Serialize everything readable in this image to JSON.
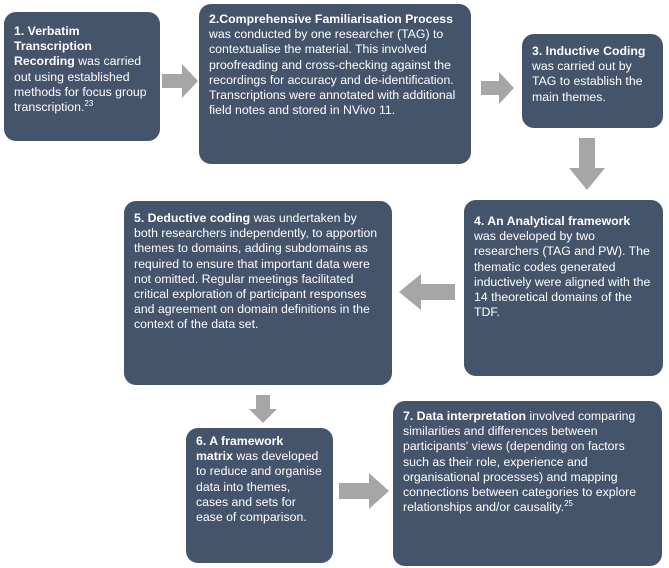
{
  "steps": [
    {
      "title": "1. Verbatim Transcription Recording",
      "text": " was carried out using established methods for focus group transcription.",
      "ref": "23"
    },
    {
      "title": "2.Comprehensive Familiarisation Process",
      "text": " was conducted by one researcher (TAG)  to contextualise the material. This involved proofreading and cross-checking against the recordings for accuracy and de-identification. Transcriptions were annotated with additional field notes and stored in NVivo 11.",
      "ref": ""
    },
    {
      "title": "3. Inductive Coding",
      "text": " was carried out by TAG  to establish the main themes.",
      "ref": ""
    },
    {
      "title": "4. An Analytical framework",
      "text": " was developed by two researchers (TAG and PW). The thematic codes generated  inductively were aligned with the 14 theoretical domains of the TDF.",
      "ref": ""
    },
    {
      "title": "5. Deductive coding",
      "text": "  was undertaken by both researchers independently, to apportion themes to domains, adding subdomains as required to ensure that important data were not omitted.  Regular meetings facilitated critical exploration of participant responses and agreement on domain definitions in the context of the data set.",
      "ref": ""
    },
    {
      "title": "6. A framework matrix",
      "text": " was developed to reduce and organise data into themes, cases and sets for ease of comparison.",
      "ref": ""
    },
    {
      "title": "7. Data interpretation",
      "text": " involved comparing similarities and differences between  participants' views (depending on factors such as their role, experience and organisational processes) and mapping connections between categories to explore relationships and/or causality.",
      "ref": "25"
    }
  ],
  "colors": {
    "box": "#44546a",
    "arrow": "#a6a6a6",
    "text": "#ffffff"
  }
}
